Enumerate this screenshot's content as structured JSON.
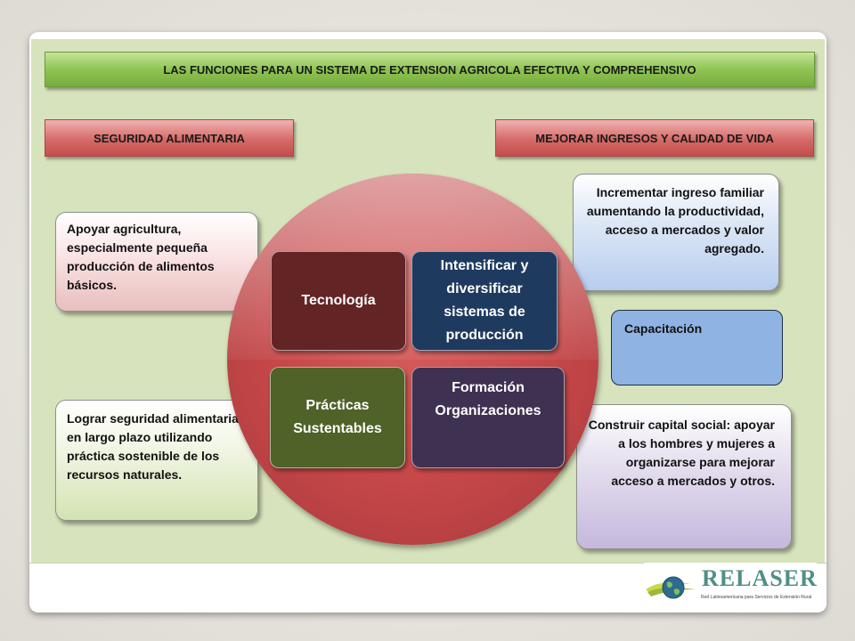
{
  "title": "LAS FUNCIONES PARA UN SISTEMA DE EXTENSION AGRICOLA EFECTIVA Y COMPREHENSIVO",
  "left_header": "SEGURIDAD ALIMENTARIA",
  "right_header": "MEJORAR INGRESOS Y CALIDAD DE VIDA",
  "left_boxes": [
    "Apoyar agricultura, especialmente pequeña producción de alimentos básicos.",
    "Lograr seguridad alimentaria en largo plazo utilizando práctica sostenible de los recursos naturales."
  ],
  "right_boxes": [
    "Incrementar ingreso familiar aumentando la productividad, acceso a mercados y valor agregado.",
    "Capacitación",
    "Construir capital social: apoyar a los hombres y mujeres a organizarse para  mejorar acceso a mercados y otros."
  ],
  "center_tiles": {
    "tecnologia": "Tecnología",
    "intensificar": "Intensificar y diversificar sistemas de producción",
    "practicas": "Prácticas Sustentables",
    "formacion": "Formación Organizaciones"
  },
  "logo": {
    "name": "RELASER",
    "subtitle": "Red Latinoamericana para Servicios de Extensión Rural"
  },
  "colors": {
    "background_green": "#d6e3bc",
    "title_bar": "#8fc453",
    "header_red": "#d66a68",
    "circle": "#c9494a",
    "tile_tecnologia": "#632426",
    "tile_intensificar": "#1f3a5f",
    "tile_practicas": "#4f6228",
    "tile_formacion": "#3e3151",
    "capacitacion_box": "#8fb3e2"
  }
}
